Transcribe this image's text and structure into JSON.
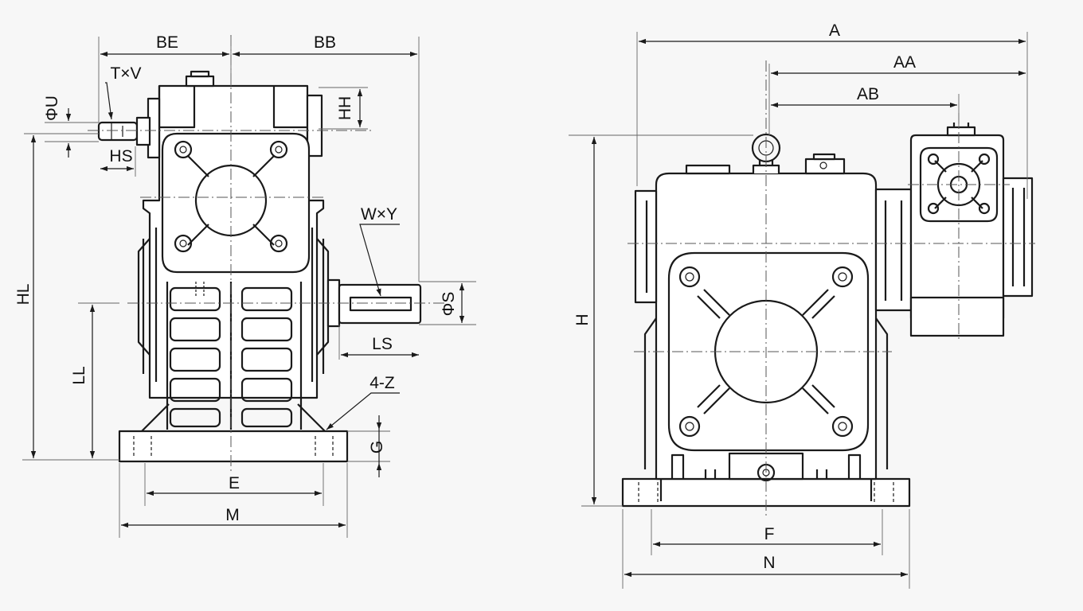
{
  "labels": {
    "be": "BE",
    "bb": "BB",
    "txv": "T×V",
    "phi_u": "ΦU",
    "hh": "HH",
    "hs": "HS",
    "wxy": "W×Y",
    "hl": "HL",
    "phi_s": "ΦS",
    "ls": "LS",
    "ll": "LL",
    "four_z": "4-Z",
    "g": "G",
    "e": "E",
    "m": "M",
    "a": "A",
    "aa": "AA",
    "ab": "AB",
    "h": "H",
    "f": "F",
    "n": "N"
  },
  "colors": {
    "line": "#1a1a1a",
    "background": "#f7f7f7"
  }
}
